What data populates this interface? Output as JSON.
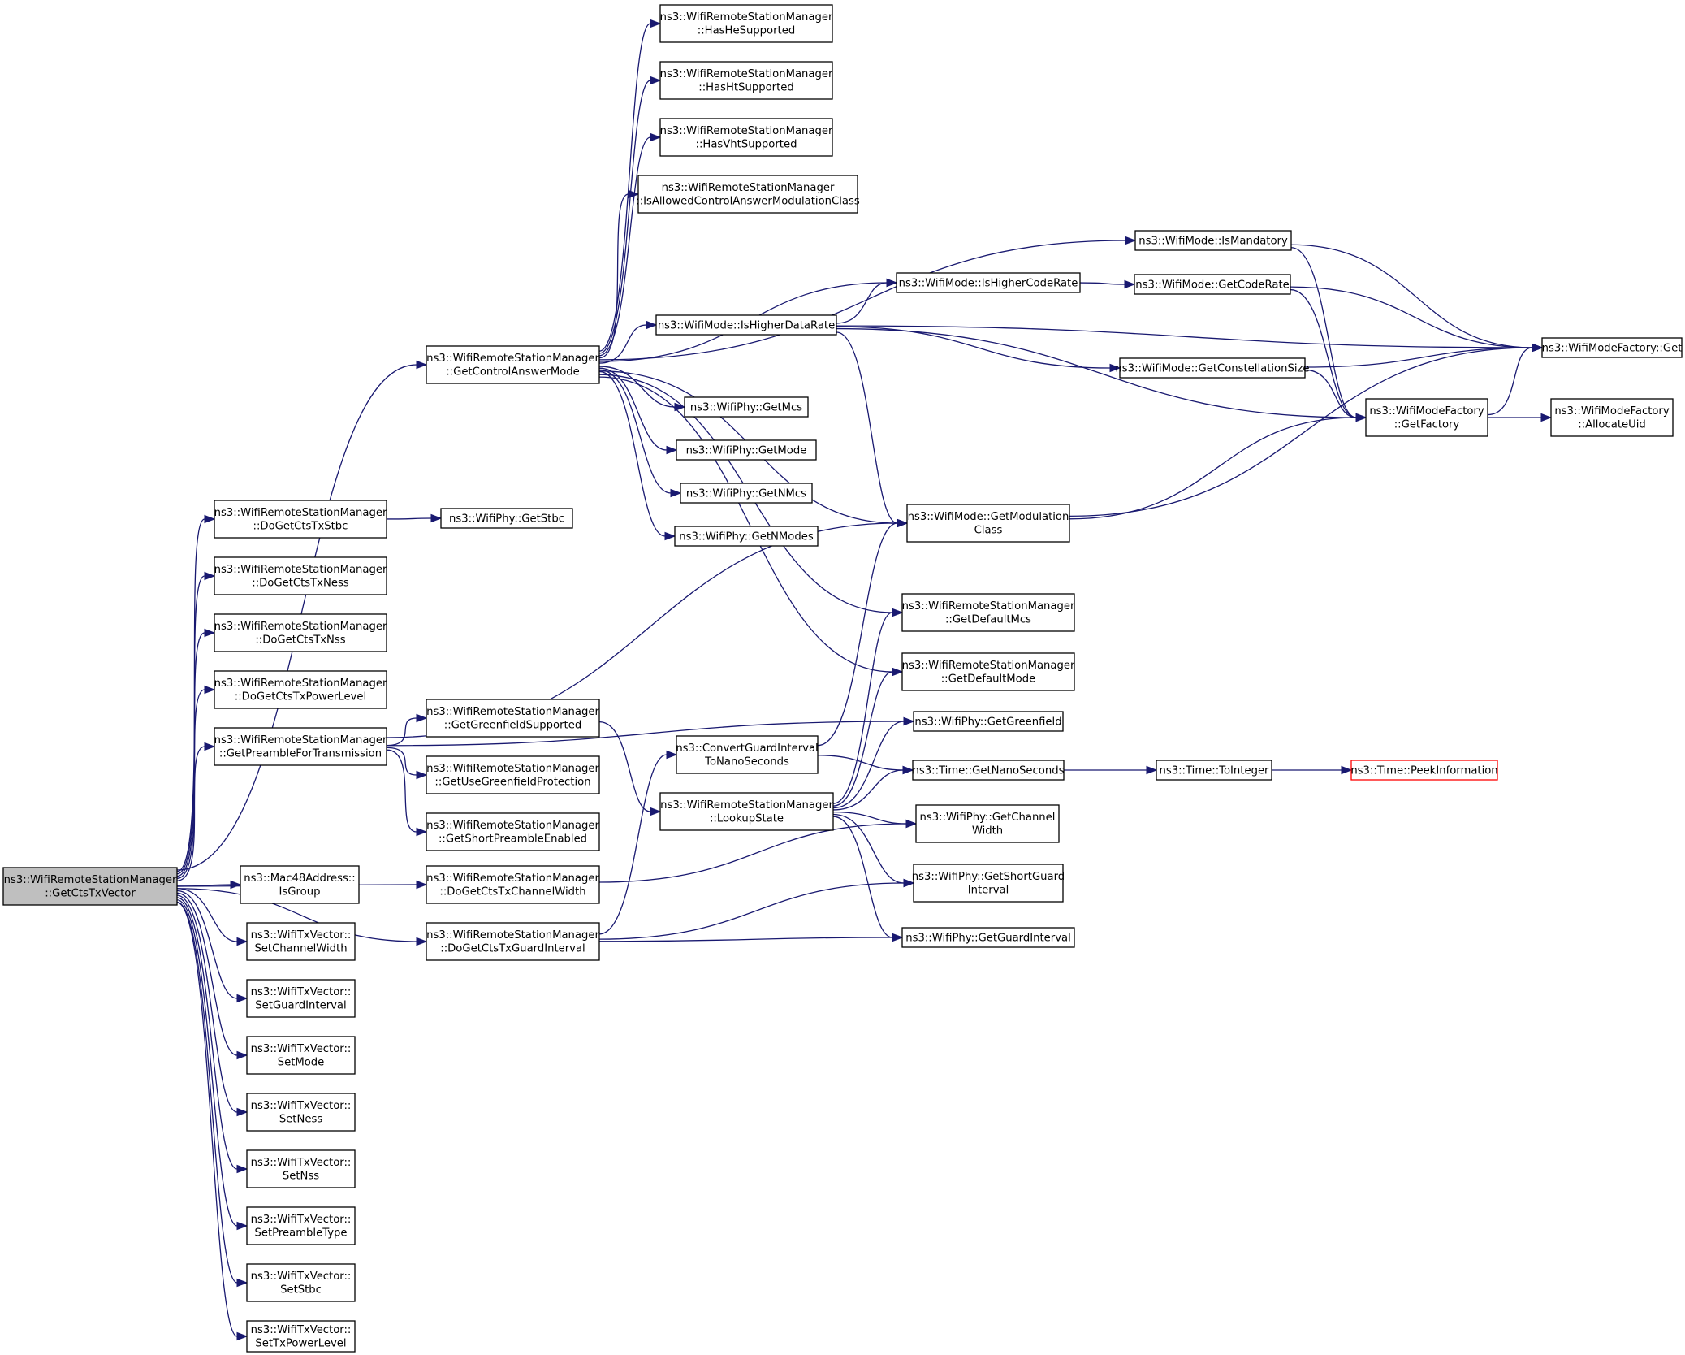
{
  "colors": {
    "edge": "#191970",
    "node_border": "#000000",
    "node_fill": "#ffffff",
    "root_fill": "#bfbfbf",
    "truncated_border": "#ff0000"
  },
  "nodes": [
    {
      "id": "root",
      "lines": [
        "ns3::WifiRemoteStationManager",
        "::GetCtsTxVector"
      ],
      "style": "root"
    },
    {
      "id": "GetControlAnswerMode",
      "lines": [
        "ns3::WifiRemoteStationManager",
        "::GetControlAnswerMode"
      ]
    },
    {
      "id": "DoGetCtsTxStbc",
      "lines": [
        "ns3::WifiRemoteStationManager",
        "::DoGetCtsTxStbc"
      ]
    },
    {
      "id": "DoGetCtsTxNess",
      "lines": [
        "ns3::WifiRemoteStationManager",
        "::DoGetCtsTxNess"
      ]
    },
    {
      "id": "DoGetCtsTxNss",
      "lines": [
        "ns3::WifiRemoteStationManager",
        "::DoGetCtsTxNss"
      ]
    },
    {
      "id": "DoGetCtsTxPowerLevel",
      "lines": [
        "ns3::WifiRemoteStationManager",
        "::DoGetCtsTxPowerLevel"
      ]
    },
    {
      "id": "GetPreambleForTransmission",
      "lines": [
        "ns3::WifiRemoteStationManager",
        "::GetPreambleForTransmission"
      ]
    },
    {
      "id": "DoGetCtsTxChannelWidth",
      "lines": [
        "ns3::WifiRemoteStationManager",
        "::DoGetCtsTxChannelWidth"
      ]
    },
    {
      "id": "DoGetCtsTxGuardInterval",
      "lines": [
        "ns3::WifiRemoteStationManager",
        "::DoGetCtsTxGuardInterval"
      ]
    },
    {
      "id": "IsGroup",
      "lines": [
        "ns3::Mac48Address::",
        "IsGroup"
      ]
    },
    {
      "id": "SetChannelWidth",
      "lines": [
        "ns3::WifiTxVector::",
        "SetChannelWidth"
      ]
    },
    {
      "id": "SetGuardInterval",
      "lines": [
        "ns3::WifiTxVector::",
        "SetGuardInterval"
      ]
    },
    {
      "id": "SetMode",
      "lines": [
        "ns3::WifiTxVector::",
        "SetMode"
      ]
    },
    {
      "id": "SetNess",
      "lines": [
        "ns3::WifiTxVector::",
        "SetNess"
      ]
    },
    {
      "id": "SetNss",
      "lines": [
        "ns3::WifiTxVector::",
        "SetNss"
      ]
    },
    {
      "id": "SetPreambleType",
      "lines": [
        "ns3::WifiTxVector::",
        "SetPreambleType"
      ]
    },
    {
      "id": "SetStbc",
      "lines": [
        "ns3::WifiTxVector::",
        "SetStbc"
      ]
    },
    {
      "id": "SetTxPowerLevel",
      "lines": [
        "ns3::WifiTxVector::",
        "SetTxPowerLevel"
      ]
    },
    {
      "id": "PhyGetStbc",
      "lines": [
        "ns3::WifiPhy::GetStbc"
      ]
    },
    {
      "id": "GetGreenfieldSupported",
      "lines": [
        "ns3::WifiRemoteStationManager",
        "::GetGreenfieldSupported"
      ]
    },
    {
      "id": "GetUseGreenfieldProtection",
      "lines": [
        "ns3::WifiRemoteStationManager",
        "::GetUseGreenfieldProtection"
      ]
    },
    {
      "id": "GetShortPreambleEnabled",
      "lines": [
        "ns3::WifiRemoteStationManager",
        "::GetShortPreambleEnabled"
      ]
    },
    {
      "id": "HasHeSupported",
      "lines": [
        "ns3::WifiRemoteStationManager",
        "::HasHeSupported"
      ]
    },
    {
      "id": "HasHtSupported",
      "lines": [
        "ns3::WifiRemoteStationManager",
        "::HasHtSupported"
      ]
    },
    {
      "id": "HasVhtSupported",
      "lines": [
        "ns3::WifiRemoteStationManager",
        "::HasVhtSupported"
      ]
    },
    {
      "id": "IsAllowedControlAnswerModulationClass",
      "lines": [
        "ns3::WifiRemoteStationManager",
        "::IsAllowedControlAnswerModulationClass"
      ]
    },
    {
      "id": "IsHigherDataRate",
      "lines": [
        "ns3::WifiMode::IsHigherDataRate"
      ]
    },
    {
      "id": "PhyGetMcs",
      "lines": [
        "ns3::WifiPhy::GetMcs"
      ]
    },
    {
      "id": "PhyGetMode",
      "lines": [
        "ns3::WifiPhy::GetMode"
      ]
    },
    {
      "id": "PhyGetNMcs",
      "lines": [
        "ns3::WifiPhy::GetNMcs"
      ]
    },
    {
      "id": "PhyGetNModes",
      "lines": [
        "ns3::WifiPhy::GetNModes"
      ]
    },
    {
      "id": "ConvertGuardInterval",
      "lines": [
        "ns3::ConvertGuardInterval",
        "ToNanoSeconds"
      ]
    },
    {
      "id": "LookupState",
      "lines": [
        "ns3::WifiRemoteStationManager",
        "::LookupState"
      ]
    },
    {
      "id": "IsHigherCodeRate",
      "lines": [
        "ns3::WifiMode::IsHigherCodeRate"
      ]
    },
    {
      "id": "GetModulationClass",
      "lines": [
        "ns3::WifiMode::GetModulation",
        "Class"
      ]
    },
    {
      "id": "GetDefaultMcs",
      "lines": [
        "ns3::WifiRemoteStationManager",
        "::GetDefaultMcs"
      ]
    },
    {
      "id": "GetDefaultMode",
      "lines": [
        "ns3::WifiRemoteStationManager",
        "::GetDefaultMode"
      ]
    },
    {
      "id": "PhyGetGreenfield",
      "lines": [
        "ns3::WifiPhy::GetGreenfield"
      ]
    },
    {
      "id": "TimeGetNanoSeconds",
      "lines": [
        "ns3::Time::GetNanoSeconds"
      ]
    },
    {
      "id": "PhyGetChannelWidth",
      "lines": [
        "ns3::WifiPhy::GetChannel",
        "Width"
      ]
    },
    {
      "id": "PhyGetShortGuardInterval",
      "lines": [
        "ns3::WifiPhy::GetShortGuard",
        "Interval"
      ]
    },
    {
      "id": "PhyGetGuardInterval",
      "lines": [
        "ns3::WifiPhy::GetGuardInterval"
      ]
    },
    {
      "id": "IsMandatory",
      "lines": [
        "ns3::WifiMode::IsMandatory"
      ]
    },
    {
      "id": "GetCodeRate",
      "lines": [
        "ns3::WifiMode::GetCodeRate"
      ]
    },
    {
      "id": "GetConstellationSize",
      "lines": [
        "ns3::WifiMode::GetConstellationSize"
      ]
    },
    {
      "id": "TimeToInteger",
      "lines": [
        "ns3::Time::ToInteger"
      ]
    },
    {
      "id": "FactoryGet",
      "lines": [
        "ns3::WifiModeFactory::Get"
      ]
    },
    {
      "id": "GetFactory",
      "lines": [
        "ns3::WifiModeFactory",
        "::GetFactory"
      ]
    },
    {
      "id": "AllocateUid",
      "lines": [
        "ns3::WifiModeFactory",
        "::AllocateUid"
      ]
    },
    {
      "id": "PeekInformation",
      "lines": [
        "ns3::Time::PeekInformation"
      ],
      "style": "truncated"
    }
  ],
  "edges": [
    [
      "root",
      "GetControlAnswerMode"
    ],
    [
      "root",
      "DoGetCtsTxStbc"
    ],
    [
      "root",
      "DoGetCtsTxNess"
    ],
    [
      "root",
      "DoGetCtsTxNss"
    ],
    [
      "root",
      "DoGetCtsTxPowerLevel"
    ],
    [
      "root",
      "GetPreambleForTransmission"
    ],
    [
      "root",
      "DoGetCtsTxChannelWidth"
    ],
    [
      "root",
      "DoGetCtsTxGuardInterval"
    ],
    [
      "root",
      "IsGroup"
    ],
    [
      "root",
      "SetChannelWidth"
    ],
    [
      "root",
      "SetGuardInterval"
    ],
    [
      "root",
      "SetMode"
    ],
    [
      "root",
      "SetNess"
    ],
    [
      "root",
      "SetNss"
    ],
    [
      "root",
      "SetPreambleType"
    ],
    [
      "root",
      "SetStbc"
    ],
    [
      "root",
      "SetTxPowerLevel"
    ],
    [
      "GetControlAnswerMode",
      "HasHeSupported"
    ],
    [
      "GetControlAnswerMode",
      "HasHtSupported"
    ],
    [
      "GetControlAnswerMode",
      "HasVhtSupported"
    ],
    [
      "GetControlAnswerMode",
      "IsAllowedControlAnswerModulationClass"
    ],
    [
      "GetControlAnswerMode",
      "IsMandatory"
    ],
    [
      "GetControlAnswerMode",
      "IsHigherCodeRate"
    ],
    [
      "GetControlAnswerMode",
      "IsHigherDataRate"
    ],
    [
      "GetControlAnswerMode",
      "PhyGetMcs"
    ],
    [
      "GetControlAnswerMode",
      "PhyGetMode"
    ],
    [
      "GetControlAnswerMode",
      "PhyGetNMcs"
    ],
    [
      "GetControlAnswerMode",
      "PhyGetNModes"
    ],
    [
      "GetControlAnswerMode",
      "GetModulationClass"
    ],
    [
      "GetControlAnswerMode",
      "GetDefaultMcs"
    ],
    [
      "GetControlAnswerMode",
      "GetDefaultMode"
    ],
    [
      "DoGetCtsTxStbc",
      "PhyGetStbc"
    ],
    [
      "GetPreambleForTransmission",
      "GetModulationClass"
    ],
    [
      "GetPreambleForTransmission",
      "PhyGetGreenfield"
    ],
    [
      "GetPreambleForTransmission",
      "GetGreenfieldSupported"
    ],
    [
      "GetPreambleForTransmission",
      "GetUseGreenfieldProtection"
    ],
    [
      "GetPreambleForTransmission",
      "GetShortPreambleEnabled"
    ],
    [
      "GetGreenfieldSupported",
      "LookupState"
    ],
    [
      "DoGetCtsTxChannelWidth",
      "PhyGetChannelWidth"
    ],
    [
      "DoGetCtsTxGuardInterval",
      "ConvertGuardInterval"
    ],
    [
      "DoGetCtsTxGuardInterval",
      "PhyGetShortGuardInterval"
    ],
    [
      "DoGetCtsTxGuardInterval",
      "PhyGetGuardInterval"
    ],
    [
      "ConvertGuardInterval",
      "GetModulationClass"
    ],
    [
      "ConvertGuardInterval",
      "TimeGetNanoSeconds"
    ],
    [
      "LookupState",
      "GetDefaultMcs"
    ],
    [
      "LookupState",
      "GetDefaultMode"
    ],
    [
      "LookupState",
      "PhyGetGreenfield"
    ],
    [
      "LookupState",
      "TimeGetNanoSeconds"
    ],
    [
      "LookupState",
      "PhyGetChannelWidth"
    ],
    [
      "LookupState",
      "PhyGetShortGuardInterval"
    ],
    [
      "LookupState",
      "PhyGetGuardInterval"
    ],
    [
      "IsHigherDataRate",
      "IsHigherCodeRate"
    ],
    [
      "IsHigherDataRate",
      "FactoryGet"
    ],
    [
      "IsHigherDataRate",
      "GetConstellationSize"
    ],
    [
      "IsHigherDataRate",
      "GetFactory"
    ],
    [
      "IsHigherDataRate",
      "GetModulationClass"
    ],
    [
      "IsHigherCodeRate",
      "GetCodeRate"
    ],
    [
      "IsMandatory",
      "FactoryGet"
    ],
    [
      "IsMandatory",
      "GetFactory"
    ],
    [
      "GetCodeRate",
      "FactoryGet"
    ],
    [
      "GetCodeRate",
      "GetFactory"
    ],
    [
      "GetConstellationSize",
      "FactoryGet"
    ],
    [
      "GetConstellationSize",
      "GetFactory"
    ],
    [
      "GetModulationClass",
      "GetFactory"
    ],
    [
      "GetModulationClass",
      "FactoryGet"
    ],
    [
      "GetFactory",
      "FactoryGet"
    ],
    [
      "GetFactory",
      "AllocateUid"
    ],
    [
      "TimeGetNanoSeconds",
      "TimeToInteger"
    ],
    [
      "TimeToInteger",
      "PeekInformation"
    ]
  ]
}
